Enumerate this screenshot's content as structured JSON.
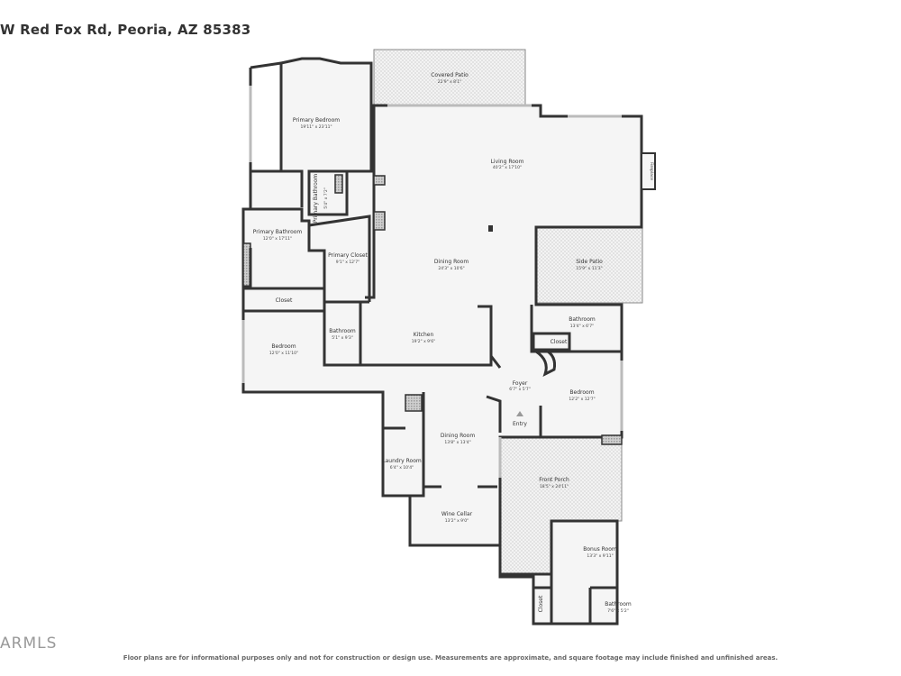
{
  "address": "W Red Fox Rd, Peoria, AZ 85383",
  "disclaimer": "Floor plans are for informational purposes only and not for construction or design use. Measurements are approximate, and square footage may include finished and unfinished areas.",
  "logo_text": "ARMLS",
  "rooms": {
    "covered_patio": {
      "name": "Covered Patio",
      "dims": "22'9\" x 8'1\""
    },
    "primary_bedroom": {
      "name": "Primary Bedroom",
      "dims": "19'11\" x 23'11\""
    },
    "living_room": {
      "name": "Living Room",
      "dims": "40'2\" x 17'10\""
    },
    "fireplace": {
      "name": "Fireplace"
    },
    "primary_bathroom_small": {
      "name": "Primary Bathroom",
      "dims": "5'4\" x 7'2\""
    },
    "primary_bathroom": {
      "name": "Primary Bathroom",
      "dims": "12'0\" x 17'11\""
    },
    "primary_closet": {
      "name": "Primary Closet",
      "dims": "9'1\" x 12'7\""
    },
    "dining_room_main": {
      "name": "Dining Room",
      "dims": "24'3\" x 10'6\""
    },
    "side_patio": {
      "name": "Side Patio",
      "dims": "15'9\" x 11'3\""
    },
    "closet_left": {
      "name": "Closet"
    },
    "bathroom_right": {
      "name": "Bathroom",
      "dims": "13'4\" x 6'7\""
    },
    "closet_right": {
      "name": "Closet"
    },
    "bedroom_left": {
      "name": "Bedroom",
      "dims": "12'0\" x 11'10\""
    },
    "bathroom_mid": {
      "name": "Bathroom",
      "dims": "5'1\" x 9'3\""
    },
    "kitchen": {
      "name": "Kitchen",
      "dims": "19'2\" x 9'6\""
    },
    "foyer": {
      "name": "Foyer",
      "dims": "6'7\" x 5'7\""
    },
    "bedroom_right": {
      "name": "Bedroom",
      "dims": "12'2\" x 12'7\""
    },
    "entry": {
      "name": "Entry"
    },
    "dining_room_lower": {
      "name": "Dining Room",
      "dims": "13'8\" x 13'4\""
    },
    "laundry_room": {
      "name": "Laundry Room",
      "dims": "6'4\" x 10'4\""
    },
    "front_porch": {
      "name": "Front Porch",
      "dims": "18'5\" x 24'11\""
    },
    "wine_cellar": {
      "name": "Wine Cellar",
      "dims": "13'2\" x 9'0\""
    },
    "bonus_room": {
      "name": "Bonus Room",
      "dims": "13'3\" x 9'11\""
    },
    "closet_bottom": {
      "name": "Closet"
    },
    "bathroom_bottom": {
      "name": "Bathroom",
      "dims": "7'6\" x 5'2\""
    }
  }
}
